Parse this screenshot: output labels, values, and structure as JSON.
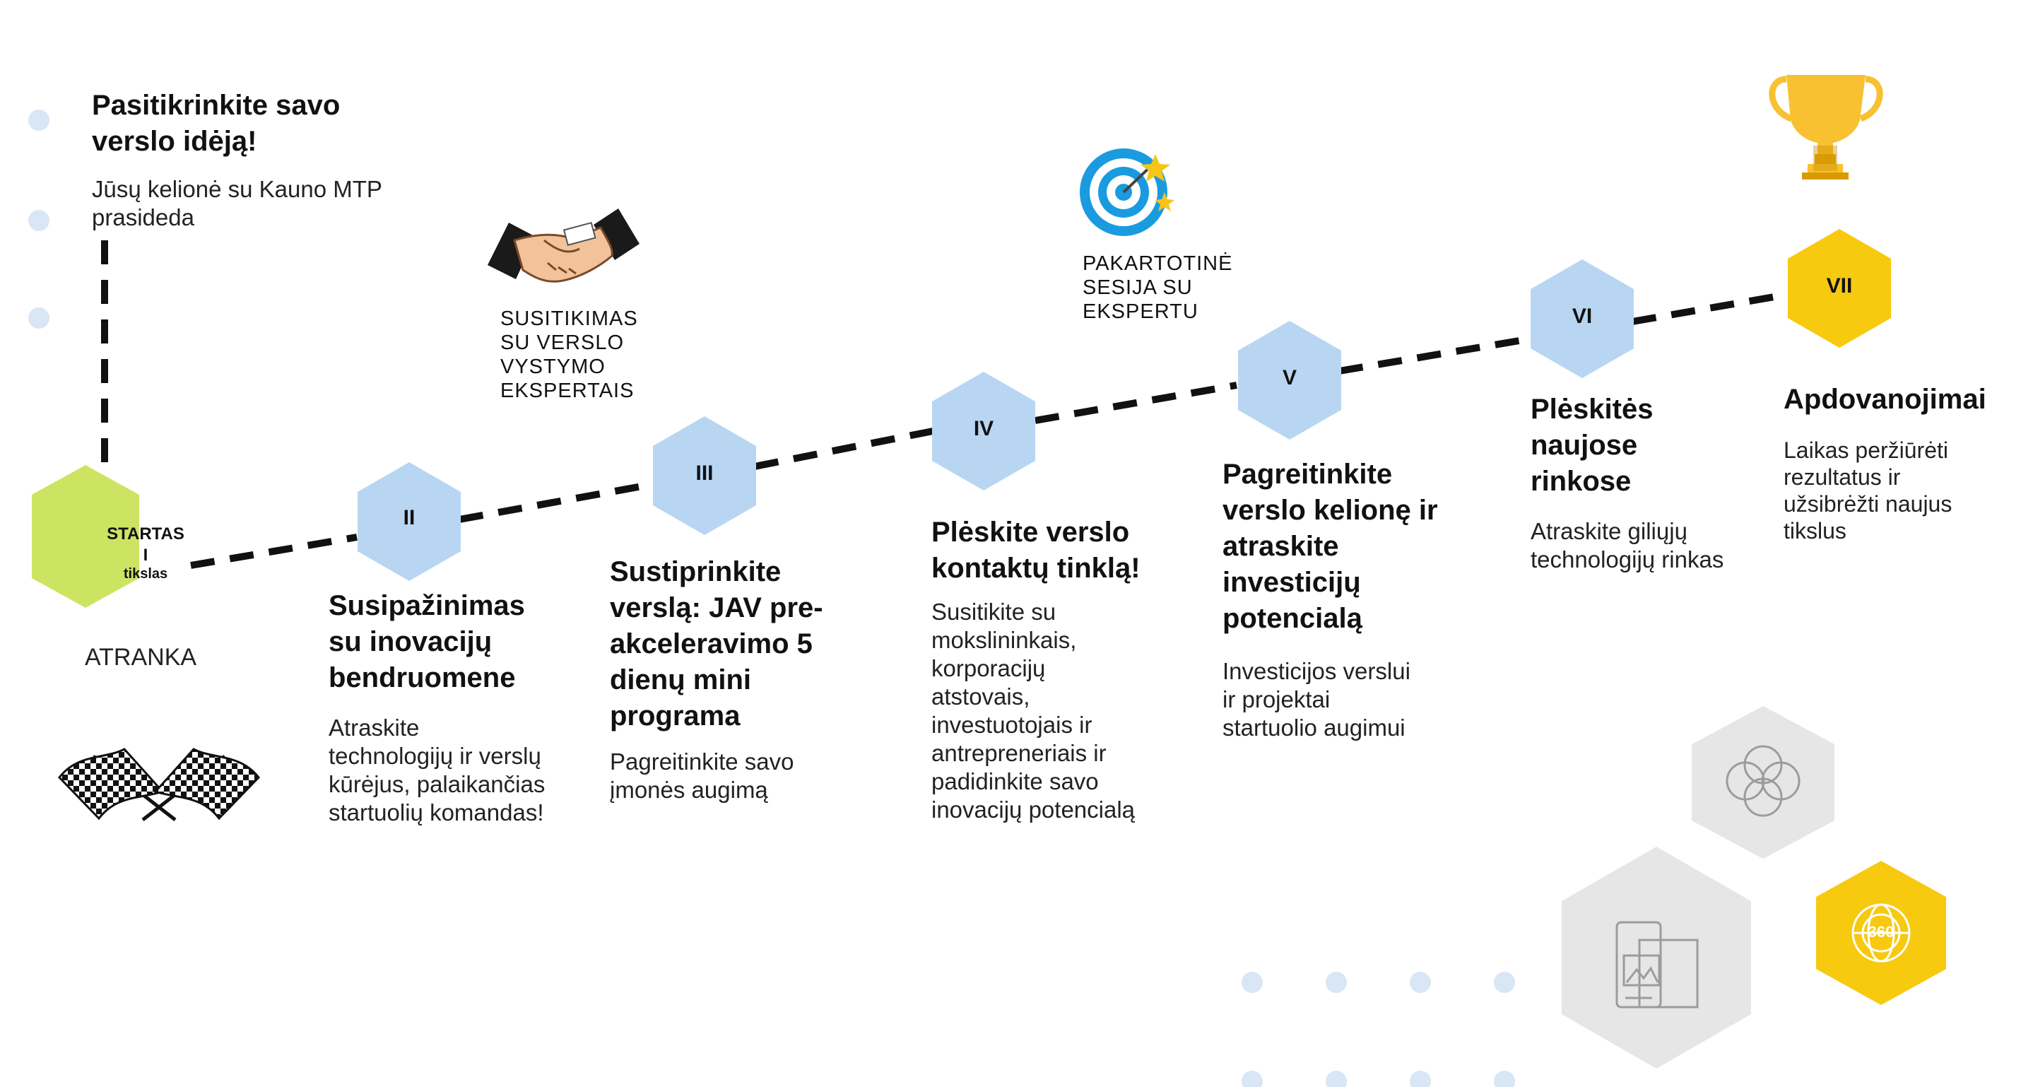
{
  "colors": {
    "stage_blue": "#b8d6f2",
    "start_green": "#cde463",
    "final_yellow": "#f7c90f",
    "line": "#111111",
    "dot": "#d9e6f5",
    "grey_hex": "#e6e6e6"
  },
  "intro": {
    "title": "Pasitikrinkite savo\nverslo idėją!",
    "subtitle": "Jūsų kelionė su Kauno MTP\nprasideda"
  },
  "start": {
    "line1": "STARTAS",
    "line2": "I",
    "line3": "tikslas",
    "below": "ATRANKA",
    "icon": "checkered-flags-icon"
  },
  "stages": [
    {
      "numeral": "II",
      "title": "Susipažinimas\nsu inovacijų\nbendruomene",
      "desc": "Atraskite\ntechnologijų ir verslų\nkūrėjus, palaikančias\nstartuolių komandas!"
    },
    {
      "numeral": "III",
      "title": "Sustiprinkite\nverslą: JAV pre-\nakceleravimo 5\ndienų mini\nprograma",
      "desc": "Pagreitinkite savo\nįmonės augimą"
    },
    {
      "numeral": "IV",
      "title": "Plėskite verslo\nkontaktų tinklą!",
      "desc": "Susitikite su\nmokslininkais,\nkorporacijų\natstovais,\ninvestuotojais ir\nantrepreneriais ir\npadidinkite savo\ninovacijų potencialą"
    },
    {
      "numeral": "V",
      "title": "Pagreitinkite\nverslo kelionę ir\natraskite\ninvesticijų\npotencialą",
      "desc": "Investicijos verslui\nir projektai\nstartuolio augimui"
    },
    {
      "numeral": "VI",
      "title": "Plėskitės\nnaujose\nrinkose",
      "desc": "Atraskite giliųjų\ntechnologijų rinkas"
    },
    {
      "numeral": "VII",
      "title": "Apdovanojimai",
      "desc": "Laikas peržiūrėti\nrezultatus ir\nužsibrėžti naujus\ntikslus"
    }
  ],
  "callouts": {
    "meeting": "SUSITIKIMAS\nSU VERSLO\nVYSTYMO\nEKSPERTAIS",
    "meeting_icon": "handshake-icon",
    "repeat": "PAKARTOTINĖ\nSESIJA SU\nEKSPERTU",
    "repeat_icon": "target-icon",
    "trophy_icon": "trophy-icon"
  },
  "decor": {
    "circles_icon": "venn-circles-icon",
    "devices_icon": "devices-icon",
    "globe_label": "360",
    "globe_icon": "globe-360-icon"
  }
}
